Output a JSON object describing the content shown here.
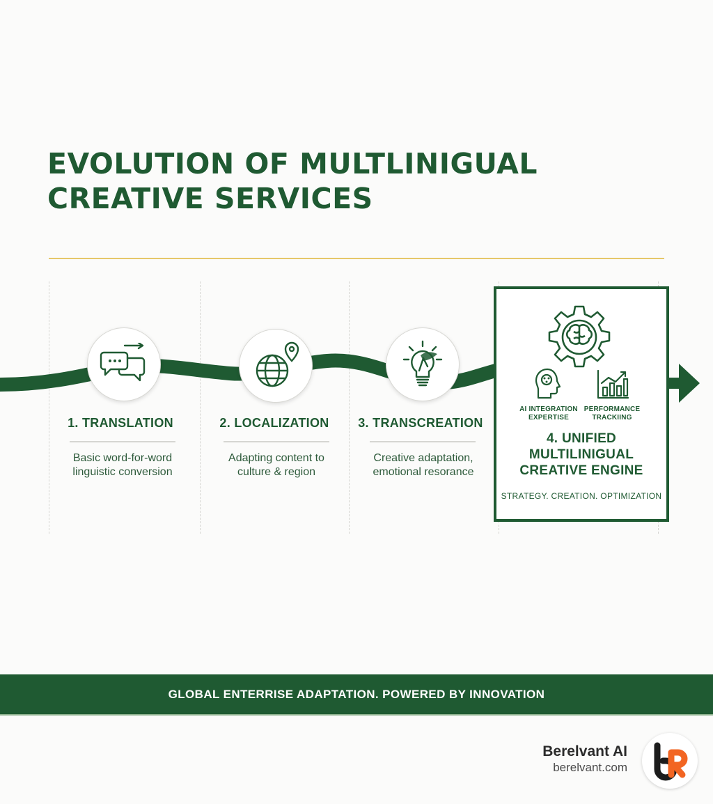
{
  "title": {
    "line1": "EVOLUTION OF MULTLINIGUAL",
    "line2": "CREATIVE SERVICES"
  },
  "stages": [
    {
      "label": "1. TRANSLATION",
      "desc_line1": "Basic word-for-word",
      "desc_line2": "linguistic conversion",
      "icon": "speech-bubbles-icon"
    },
    {
      "label": "2. LOCALIZATION",
      "desc_line1": "Adapting content to",
      "desc_line2": "culture & region",
      "icon": "globe-pin-icon"
    },
    {
      "label": "3. TRANSCREATION",
      "desc_line1": "Creative adaptation,",
      "desc_line2": "emotional resorance",
      "icon": "lightbulb-icon"
    }
  ],
  "engine": {
    "title_line1": "4. UNIFIED",
    "title_line2": "MULTILINIGUAL",
    "title_line3": "CREATIVE ENGINE",
    "subtitle": "STRATEGY. CREATION. OPTIMIZATION",
    "features": [
      {
        "line1": "AI INTEGRATION",
        "line2": "EXPERTISE",
        "icon": "ai-head-icon"
      },
      {
        "line1": "PERFORMANCE",
        "line2": "TRACKIING",
        "icon": "bar-chart-icon"
      }
    ],
    "main_icon": "gear-brain-icon"
  },
  "footer": {
    "tagline": "GLOBAL ENTERRISE ADAPTATION. POWERED BY INNOVATION"
  },
  "brand": {
    "name": "Berelvant AI",
    "url": "berelvant.com",
    "logo_letters": "bR"
  },
  "colors": {
    "primary_green": "#1f5a32",
    "accent_gold": "#e6c76a",
    "logo_orange": "#f26522",
    "logo_dark": "#1c1c1c"
  }
}
